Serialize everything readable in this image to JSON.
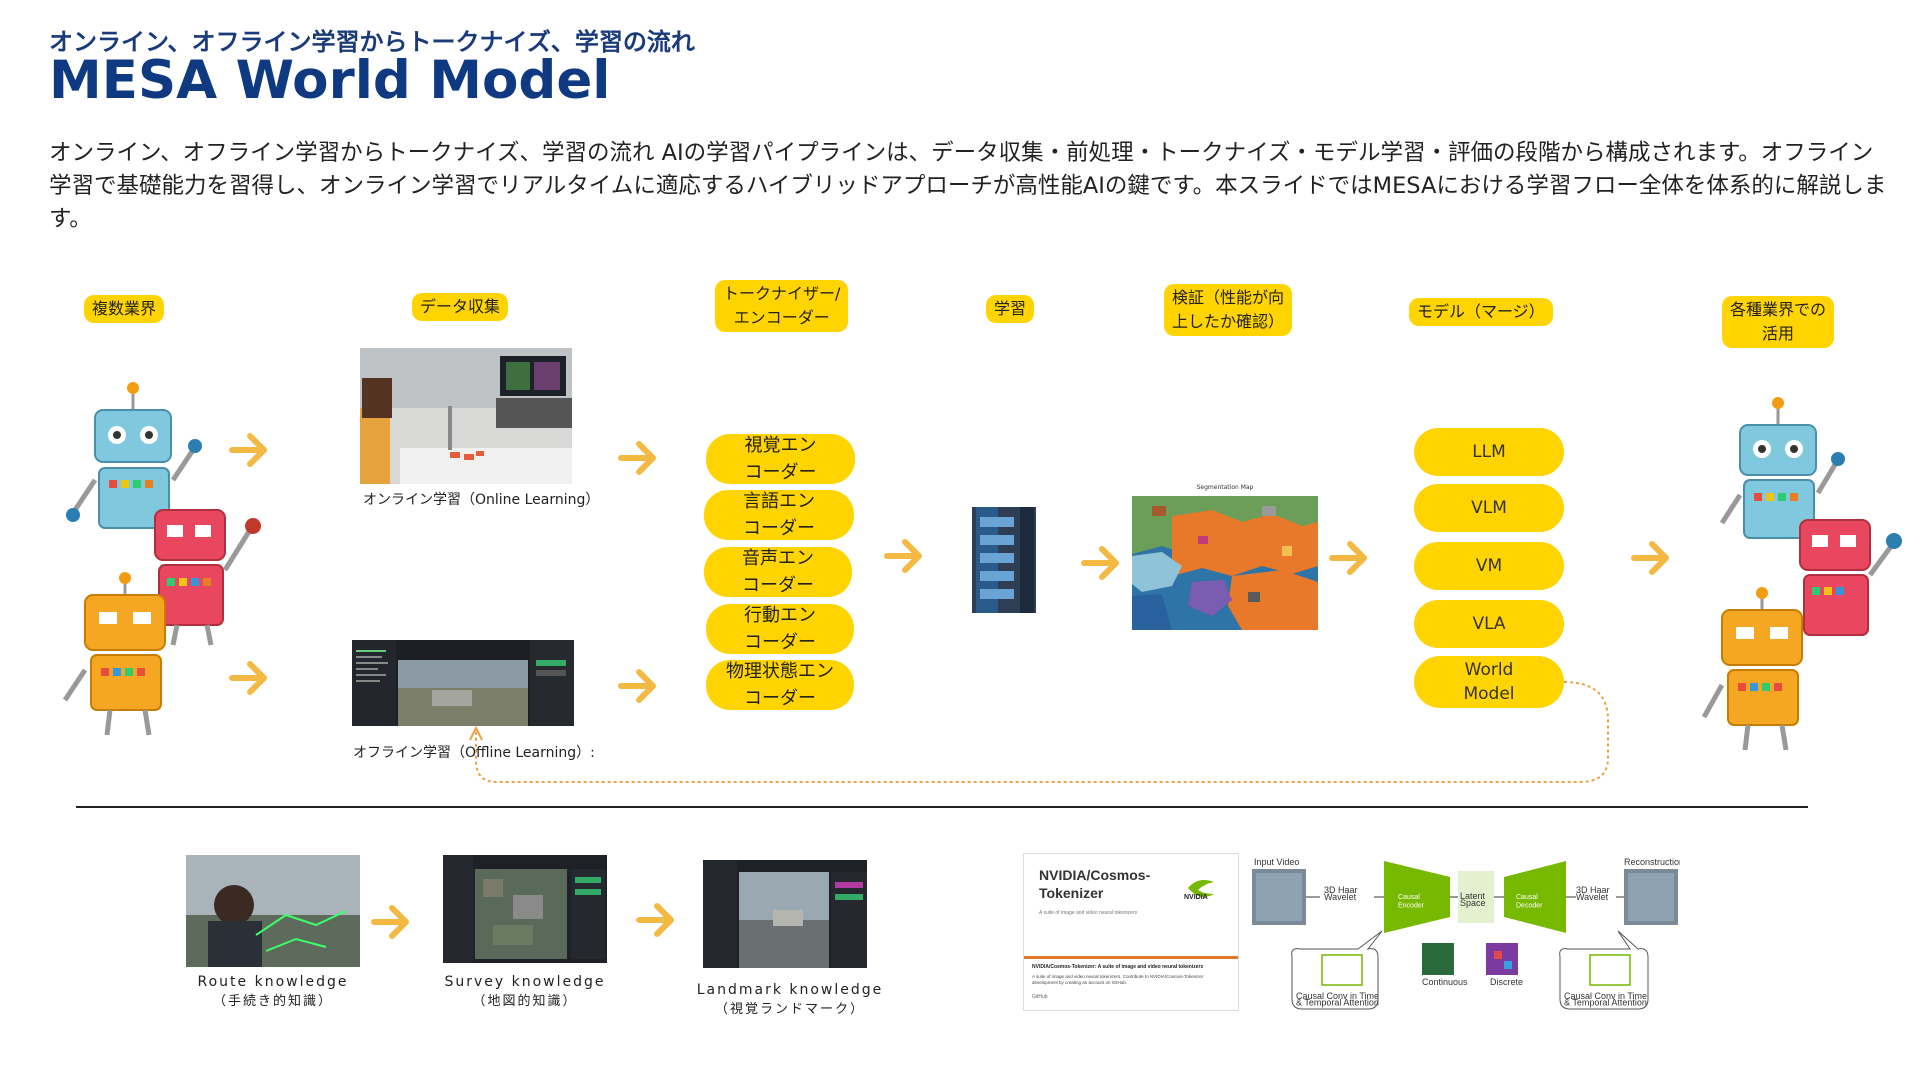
{
  "header": {
    "subtitle": "オンライン、オフライン学習からトークナイズ、学習の流れ",
    "title": "MESA World Model",
    "description": "オンライン、オフライン学習からトークナイズ、学習の流れ AIの学習パイプラインは、データ収集・前処理・トークナイズ・モデル学習・評価の段階から構成されます。オフライン学習で基礎能力を習得し、オンライン学習でリアルタイムに適応するハイブリッドアプローチが高性能AIの鍵です。本スライドではMESAにおける学習フロー全体を体系的に解説します。"
  },
  "stages": {
    "industries": "複数業界",
    "data_collection": "データ収集",
    "tokenizer": "トークナイザー/\nエンコーダー",
    "training": "学習",
    "validation": "検証（性能が向\n上したか確認）",
    "model_merge": "モデル（マージ）",
    "application": "各種業界での\n活用"
  },
  "captions": {
    "online": "オンライン学習（Online Learning）",
    "offline": "オフライン学習（Offline Learning）:"
  },
  "encoders": [
    "視覚エン\nコーダー",
    "言語エン\nコーダー",
    "音声エン\nコーダー",
    "行動エン\nコーダー",
    "物理状態エン\nコーダー"
  ],
  "models": [
    "LLM",
    "VLM",
    "VM",
    "VLA",
    "World\nModel"
  ],
  "segmentation_title": "Segmentation Map",
  "knowledge": [
    {
      "label": "Route knowledge",
      "sub": "（手続き的知識）"
    },
    {
      "label": "Survey knowledge",
      "sub": "（地図的知識）"
    },
    {
      "label": "Landmark knowledge",
      "sub": "（視覚ランドマーク）"
    }
  ],
  "cosmos_card": {
    "title": "NVIDIA/Cosmos-\nTokenizer",
    "brand": "NVIDIA",
    "tagline": "A suite of image and video neural tokenizers",
    "footer_title": "NVIDIA/Cosmos-Tokenizer: A suite of image and video neural tokenizers",
    "footer_text": "A suite of image and video neural tokenizers. Contribute to NVIDIA/Cosmos-Tokenizer development by creating an account on GitHub.",
    "source": "GitHub"
  },
  "architecture": {
    "input_label": "Input Video",
    "wavelet_in": "3D Haar\nWavelet",
    "encoder": "Causal\nEncoder",
    "latent": "Latent\nSpace",
    "decoder": "Causal\nDecoder",
    "wavelet_out": "3D Haar\nWavelet",
    "output_label": "Reconstruction",
    "continuous": "Continuous",
    "discrete": "Discrete",
    "attn_left": "Causal Conv in Time\n& Temporal Attention",
    "attn_right": "Causal Conv in Time\n& Temporal Attention"
  },
  "colors": {
    "accent_yellow": "#ffd400",
    "arrow_orange": "#f4b942",
    "title_blue": "#0f3a82",
    "loop_line": "#f0a040",
    "encoder_green": "#76b900"
  }
}
